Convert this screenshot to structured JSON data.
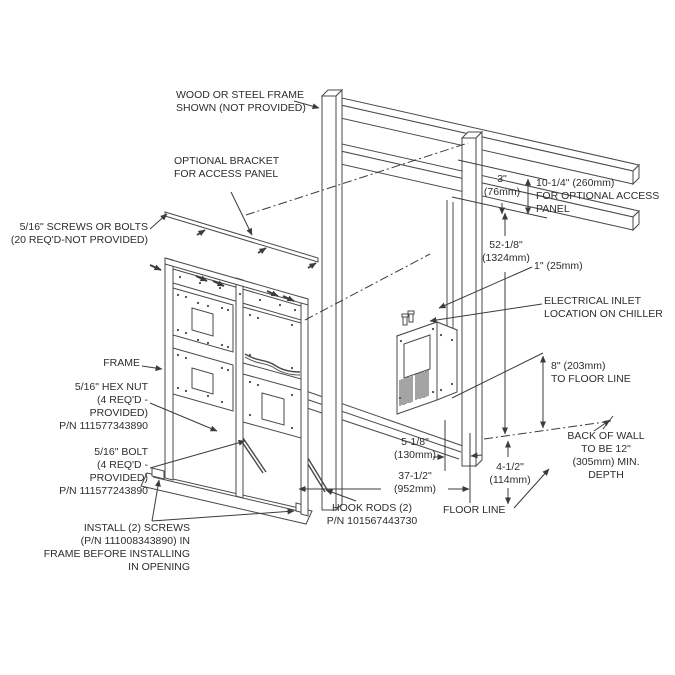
{
  "diagram": {
    "kind": "installation-drawing",
    "background_color": "#ffffff",
    "line_color": "#4a4a4a",
    "text_color": "#2d2d2d"
  },
  "labels": {
    "wood_frame": "WOOD OR STEEL FRAME\nSHOWN (NOT PROVIDED)",
    "optional_bracket": "OPTIONAL BRACKET\nFOR ACCESS PANEL",
    "screws_bolts": "5/16\" SCREWS OR BOLTS\n(20 REQ'D-NOT PROVIDED)",
    "frame": "FRAME",
    "hex_nut": "5/16\" HEX NUT\n(4 REQ'D -\nPROVIDED)\nP/N 111577343890",
    "bolt": "5/16\" BOLT\n(4 REQ'D -\nPROVIDED)\nP/N 111577243890",
    "install_screws": "INSTALL (2) SCREWS\n(P/N 111008343890) IN\nFRAME BEFORE INSTALLING\nIN OPENING",
    "hook_rods": "HOOK RODS (2)\nP/N 101567443730",
    "floor_line": "FLOOR LINE",
    "dim_3in": "3\"\n(76mm)",
    "access_panel": "10-1/4\" (260mm)\nFOR OPTIONAL ACCESS\nPANEL",
    "dim_52": "52-1/8\"\n(1324mm)",
    "dim_1in": "1\" (25mm)",
    "electrical": "ELECTRICAL INLET\nLOCATION ON CHILLER",
    "dim_8in": "8\" (203mm)\nTO FLOOR LINE",
    "back_wall": "BACK OF WALL\nTO BE 12\"\n(305mm) MIN.\nDEPTH",
    "dim_5": "5-1/8\"\n(130mm)",
    "dim_37": "37-1/2\"\n(952mm)",
    "dim_4": "4-1/2\"\n(114mm)"
  }
}
